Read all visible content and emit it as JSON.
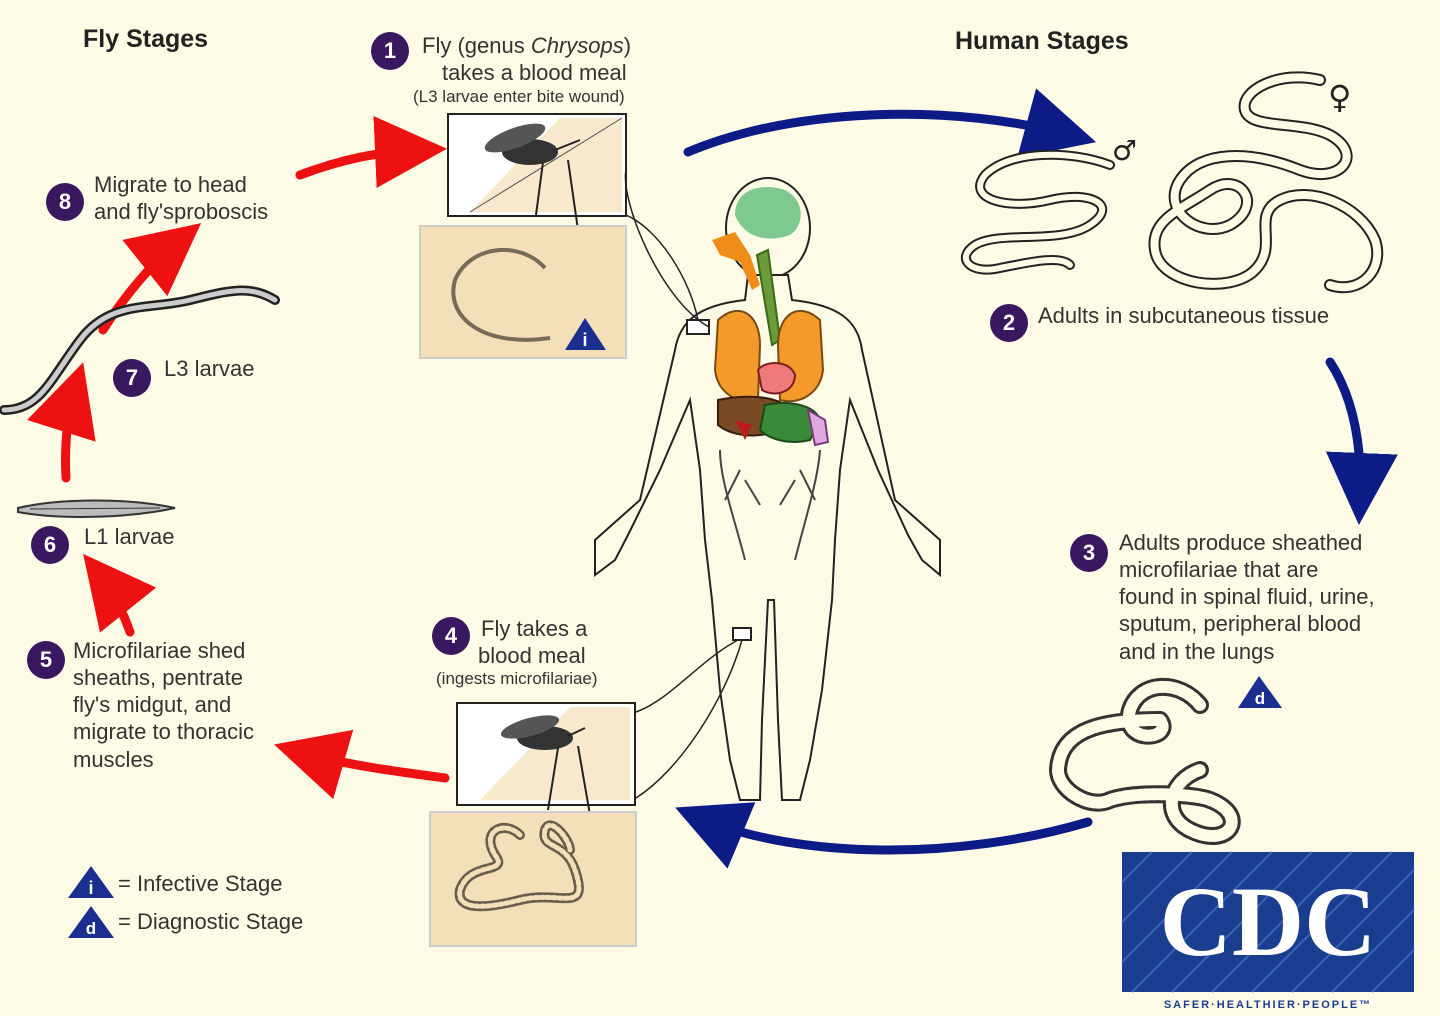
{
  "headers": {
    "fly": "Fly Stages",
    "human": "Human Stages"
  },
  "steps": {
    "s1": {
      "num": "1",
      "line1_pre": "Fly (genus ",
      "line1_italic": "Chrysops",
      "line1_post": ")",
      "line2": "takes a blood meal",
      "note": "(L3 larvae enter bite wound)"
    },
    "s2": {
      "num": "2",
      "text": "Adults in subcutaneous tissue"
    },
    "s3": {
      "num": "3",
      "lines": [
        "Adults produce sheathed",
        "microfilariae that are",
        "found in spinal fluid, urine,",
        "sputum, peripheral blood",
        "and in the lungs"
      ]
    },
    "s4": {
      "num": "4",
      "line1": "Fly takes a",
      "line2": "blood meal",
      "note": "(ingests microfilariae)"
    },
    "s5": {
      "num": "5",
      "lines": [
        "Microfilariae shed",
        "sheaths, pentrate",
        "fly's midgut, and",
        "migrate to thoracic",
        "muscles"
      ]
    },
    "s6": {
      "num": "6",
      "text": "L1 larvae"
    },
    "s7": {
      "num": "7",
      "text": "L3 larvae"
    },
    "s8": {
      "num": "8",
      "line1": "Migrate to head",
      "line2": "and fly'sproboscis"
    }
  },
  "legend": {
    "infective": {
      "glyph": "i",
      "text": "= Infective Stage"
    },
    "diagnostic": {
      "glyph": "d",
      "text": "= Diagnostic Stage"
    }
  },
  "markers": {
    "infective": "i",
    "diagnostic": "d"
  },
  "sex_symbols": {
    "male": "♂",
    "female": "♀"
  },
  "logo": {
    "text": "CDC",
    "tagline": "SAFER·HEALTHIER·PEOPLE™"
  },
  "colors": {
    "background": "#fdfbe6",
    "fly_arrows": "#ee1111",
    "human_arrows": "#0c1b86",
    "step_badge": "#3a1860",
    "logo_blue": "#1a3d8f",
    "panel": "#f5dfb8"
  }
}
